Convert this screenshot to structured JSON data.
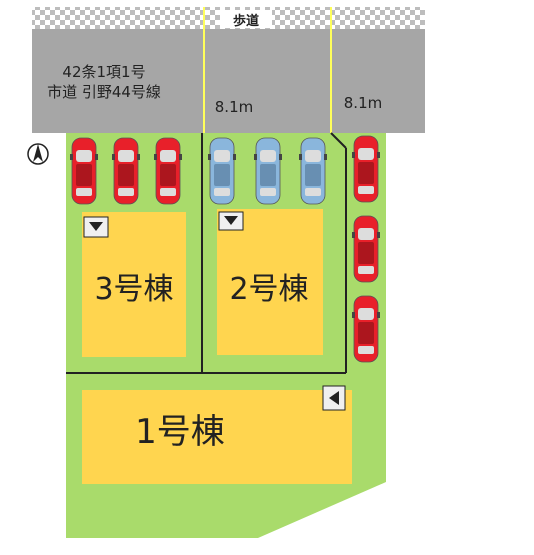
{
  "sidewalk": {
    "label": "歩道"
  },
  "road": {
    "designation": "42条1項1号",
    "name": "市道 引野44号線",
    "width_left": "8.1m",
    "width_right": "8.1m"
  },
  "buildings": [
    {
      "id": "b3",
      "label": "3号棟"
    },
    {
      "id": "b2",
      "label": "2号棟"
    },
    {
      "id": "b1",
      "label": "1号棟"
    }
  ],
  "colors": {
    "lot": "#a9db6b",
    "building": "#ffd54f",
    "road": "#a6a6a6",
    "car_red": "#e8202a",
    "car_blue": "#8ab6dc",
    "road_line": "#ffff5a"
  },
  "icons": {
    "north": "north-arrow-icon",
    "entry_down": "triangle-down-icon",
    "entry_left": "triangle-left-icon"
  },
  "parking": {
    "b3_cars": [
      "red",
      "red",
      "red"
    ],
    "b2_cars": [
      "blue",
      "blue",
      "blue"
    ],
    "b1_cars": [
      "red",
      "red",
      "red"
    ]
  }
}
